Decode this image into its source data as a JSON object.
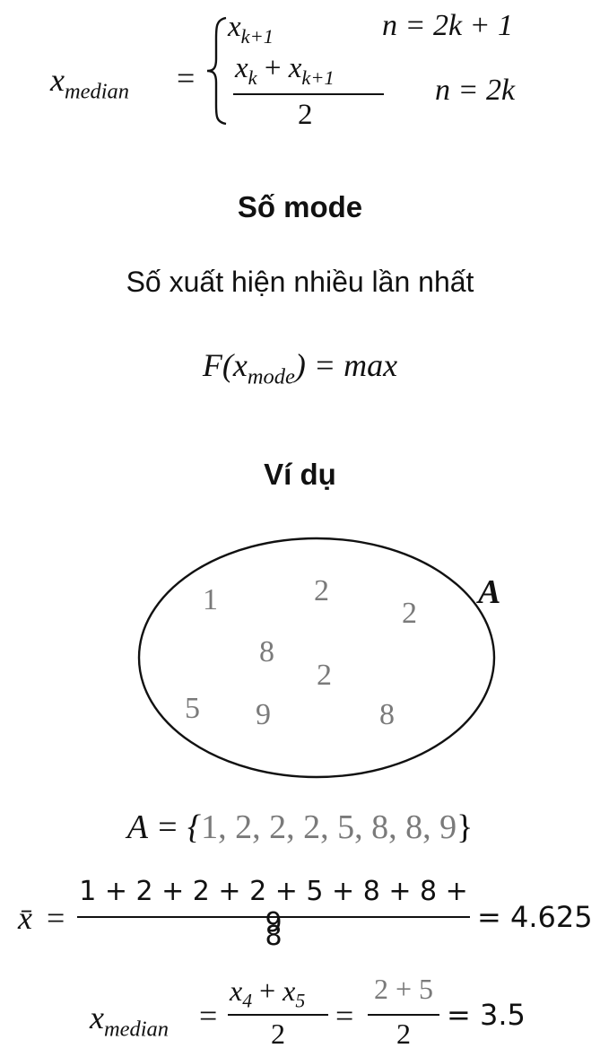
{
  "median_formula": {
    "lhs_base": "x",
    "lhs_sub": "median",
    "equals": "=",
    "case1_expr_base": "x",
    "case1_expr_sub": "k+1",
    "case1_cond": "n = 2k + 1",
    "case2_num_a_base": "x",
    "case2_num_a_sub": "k",
    "case2_plus": "+",
    "case2_num_b_base": "x",
    "case2_num_b_sub": "k+1",
    "case2_den": "2",
    "case2_cond": "n = 2k"
  },
  "mode_section": {
    "heading": "Số mode",
    "description": "Số xuất hiện nhiều lần nhất",
    "formula_f": "F(",
    "formula_base": "x",
    "formula_sub": "mode",
    "formula_rest": ") = max"
  },
  "example_section": {
    "heading": "Ví dụ",
    "set_label": "A",
    "set_elements": [
      "1",
      "2",
      "2",
      "2",
      "8",
      "5",
      "9",
      "8"
    ]
  },
  "set_definition": {
    "lhs": "A = {",
    "values": "1, 2, 2, 2, 5, 8, 8, 9",
    "rhs": "}"
  },
  "mean": {
    "lhs": "x̄",
    "equals": "=",
    "numerator": "1 + 2 + 2 + 2 + 5 + 8 + 8 + 9",
    "denominator": "8",
    "result": "= 4.625"
  },
  "median_calc": {
    "lhs_base": "x",
    "lhs_sub": "median",
    "equals1": "=",
    "num1_a_base": "x",
    "num1_a_sub": "4",
    "num1_plus": "+",
    "num1_b_base": "x",
    "num1_b_sub": "5",
    "den1": "2",
    "equals2": "=",
    "num2": "2 + 5",
    "den2": "2",
    "result": "= 3.5"
  }
}
